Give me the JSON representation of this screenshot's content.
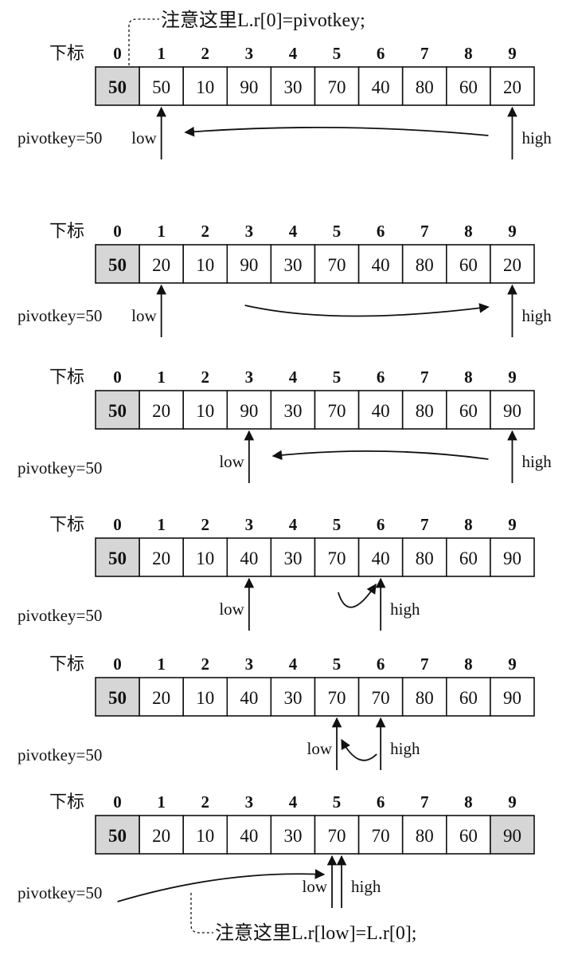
{
  "top_note": "注意这里L.r[0]=pivotkey;",
  "bottom_note": "注意这里L.r[low]=L.r[0];",
  "index_label": "下标",
  "indices": [
    "0",
    "1",
    "2",
    "3",
    "4",
    "5",
    "6",
    "7",
    "8",
    "9"
  ],
  "pointer_labels": {
    "low": "low",
    "high": "high"
  },
  "rows": [
    {
      "pivot_text": "pivotkey=50",
      "values": [
        "50",
        "50",
        "10",
        "90",
        "30",
        "70",
        "40",
        "80",
        "60",
        "20"
      ],
      "shaded": [
        0
      ],
      "low": 1,
      "high": 9,
      "move": "high-to-low"
    },
    {
      "pivot_text": "pivotkey=50",
      "values": [
        "50",
        "20",
        "10",
        "90",
        "30",
        "70",
        "40",
        "80",
        "60",
        "20"
      ],
      "shaded": [
        0
      ],
      "low": 1,
      "high": 9,
      "move": "low-to-high"
    },
    {
      "pivot_text": "pivotkey=50",
      "values": [
        "50",
        "20",
        "10",
        "90",
        "30",
        "70",
        "40",
        "80",
        "60",
        "90"
      ],
      "shaded": [
        0
      ],
      "low": 3,
      "high": 9,
      "move": "high-to-low"
    },
    {
      "pivot_text": "pivotkey=50",
      "values": [
        "50",
        "20",
        "10",
        "40",
        "30",
        "70",
        "40",
        "80",
        "60",
        "90"
      ],
      "shaded": [
        0
      ],
      "low": 3,
      "high": 6,
      "move": "low-to-high"
    },
    {
      "pivot_text": "pivotkey=50",
      "values": [
        "50",
        "20",
        "10",
        "40",
        "30",
        "70",
        "70",
        "80",
        "60",
        "90"
      ],
      "shaded": [
        0
      ],
      "low": 5,
      "high": 6,
      "move": "high-to-low"
    },
    {
      "pivot_text": "pivotkey=50",
      "values": [
        "50",
        "20",
        "10",
        "40",
        "30",
        "70",
        "70",
        "80",
        "60",
        "90"
      ],
      "shaded": [
        0,
        9
      ],
      "low": 5,
      "high": 5,
      "move": "pivot-to-low"
    }
  ]
}
